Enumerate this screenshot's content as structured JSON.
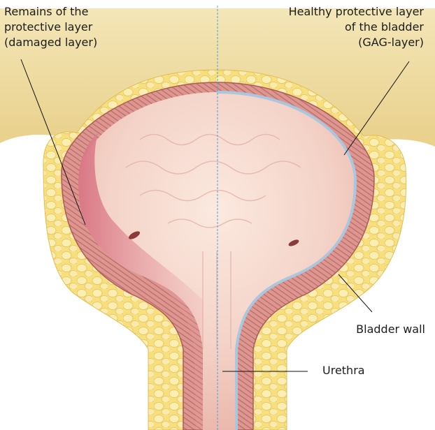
{
  "labels": {
    "damaged": [
      "Remains of the",
      "protective layer",
      "(damaged layer)"
    ],
    "healthy": [
      "Healthy protective layer",
      "of the bladder",
      "(GAG-layer)"
    ],
    "bladder_wall": "Bladder wall",
    "urethra": "Urethra"
  },
  "colors": {
    "fat": "#f3d96a",
    "fat_light": "#fbeeb0",
    "skin_top": "#f1e2ae",
    "muscle": "#d88a84",
    "muscle_dark": "#b55f5c",
    "cavity": "#f3d2c8",
    "cavity_light": "#f9e6dc",
    "damaged": "#d9818a",
    "gag_layer": "#a9c7de",
    "divider": "#4aa3d6"
  }
}
